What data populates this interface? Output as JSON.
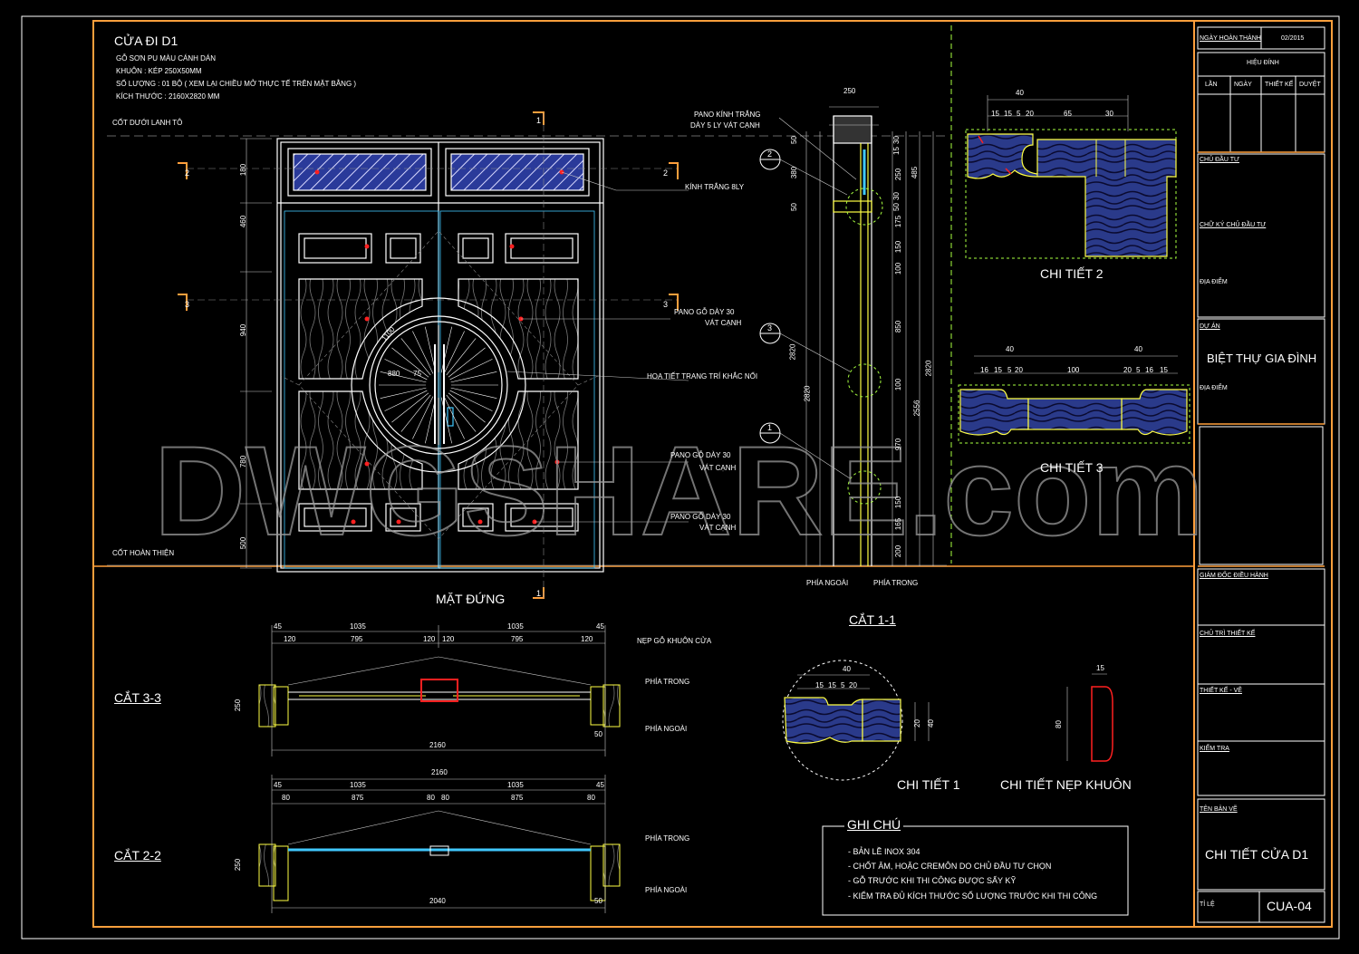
{
  "colors": {
    "background": "#000000",
    "frame": "#ff9f3c",
    "line": "#ffffff",
    "dimension": "#c8c8c8",
    "yellow": "#ffff44",
    "hatch_blue": "#2a3a9a",
    "wood_blue": "#2a3a8a",
    "red_mark": "#ff2020",
    "green_dash": "#a8ff40",
    "cyan": "#40c8ff",
    "watermark": "#9a9a9a"
  },
  "notes": {
    "title": "CỬA ĐI D1",
    "line1": "GỖ SƠN PU MÀU CÁNH DÁN",
    "line2": "KHUÔN : KÉP 250X50MM",
    "line3": "SỐ LƯỢNG : 01 BỘ ( XEM LẠI CHIỀU MỞ THỰC TẾ TRÊN MẶT BẰNG )",
    "line4": "KÍCH THƯỚC : 2160X2820 MM"
  },
  "levels": {
    "lintel": "CỐT DƯỚI LANH TÔ",
    "finish": "CỐT HOÀN THIỆN"
  },
  "elevation": {
    "caption": "MẶT ĐỨNG",
    "dims_left": [
      "180",
      "460",
      "940",
      "780",
      "500"
    ],
    "center_labels": [
      "1100",
      "880",
      "75"
    ],
    "section_marks": [
      "1",
      "2",
      "2",
      "3",
      "3",
      "1"
    ]
  },
  "callouts": {
    "glass_panel": "PANO KÍNH TRẮNG",
    "glass_panel2": "DÀY 5 LY VÁT CẠNH",
    "clear_glass": "KÍNH TRẮNG 8LY",
    "wood_panel_a": "PANO GỖ DÀY 30",
    "bevel_a": "VÁT CẠNH",
    "carving": "HOA TIẾT TRANG TRÍ KHẮC NỔI",
    "wood_panel_b": "PANO GỖ DÀY 30",
    "bevel_b": "VÁT CẠNH",
    "wood_panel_c": "PANO GỖ DÀY 30",
    "bevel_c": "VÁT CẠNH",
    "frame_trim": "NẸP GỖ KHUÔN CỬA"
  },
  "section11": {
    "caption": "CẮT 1-1",
    "top": "250",
    "left_dims": [
      "50",
      "380",
      "50",
      "2820",
      "2820"
    ],
    "right_dims": [
      "30",
      "15",
      "250",
      "30",
      "50",
      "175",
      "150",
      "100",
      "850",
      "100",
      "970",
      "150",
      "165",
      "200"
    ],
    "outer_dims": [
      "485",
      "2556",
      "2820"
    ],
    "outside": "PHÍA NGOÀI",
    "inside": "PHÍA TRONG",
    "bubbles": [
      "2",
      "3",
      "1"
    ]
  },
  "detail2": {
    "caption": "CHI TIẾT 2",
    "dims": [
      "40",
      "15",
      "15",
      "5",
      "20",
      "65",
      "30"
    ]
  },
  "detail3": {
    "caption": "CHI TIẾT 3",
    "dims_left": [
      "40",
      "16",
      "15",
      "5",
      "20"
    ],
    "mid": "100",
    "dims_right": [
      "40",
      "20",
      "5",
      "16",
      "15"
    ]
  },
  "section33": {
    "caption": "CẮT 3-3",
    "top_dims": [
      "45",
      "1035",
      "1035",
      "45"
    ],
    "sub_dims": [
      "120",
      "795",
      "120",
      "120",
      "795",
      "120"
    ],
    "height": "250",
    "bottom": "2160",
    "side_dim": "50",
    "inside": "PHÍA TRONG",
    "outside": "PHÍA NGOÀI"
  },
  "section22": {
    "caption": "CẮT 2-2",
    "top_total": "2160",
    "top_dims": [
      "45",
      "1035",
      "1035",
      "45"
    ],
    "sub_dims": [
      "80",
      "875",
      "80",
      "80",
      "875",
      "80"
    ],
    "height": "250",
    "bottom": "2040",
    "side_dim": "50",
    "inside": "PHÍA TRONG",
    "outside": "PHÍA NGOÀI"
  },
  "detail1": {
    "caption": "CHI TIẾT 1",
    "dims": [
      "40",
      "15",
      "15",
      "5",
      "20",
      "20",
      "40"
    ]
  },
  "detail_trim": {
    "caption": "CHI TIẾT NẸP KHUÔN",
    "w": "15",
    "h": "80"
  },
  "ghi_chu": {
    "title": "GHI CHÚ",
    "items": [
      "- BẢN LỀ INOX 304",
      "- CHỐT ÂM, HOẶC CREMÔN DO CHỦ ĐẦU TƯ CHỌN",
      "- GỖ TRƯỚC KHI THI CÔNG ĐƯỢC SẤY KỸ",
      "- KIỂM TRA ĐỦ KÍCH THƯỚC SỐ LƯỢNG TRƯỚC KHI THI CÔNG"
    ]
  },
  "title_block": {
    "date_label": "NGÀY HOÀN THÀNH",
    "date": "02/2015",
    "revision": "HIỆU ĐÍNH",
    "rev_cols": [
      "LẦN",
      "NGÀY",
      "THIẾT KẾ",
      "DUYỆT"
    ],
    "owner": "CHỦ ĐẦU TƯ",
    "owner_sign": "CHỮ KÝ CHỦ ĐẦU TƯ",
    "location": "ĐỊA ĐIỂM",
    "project_label": "DỰ ÁN",
    "project": "BIỆT THỰ GIA ĐÌNH",
    "project_location": "ĐỊA ĐIỂM",
    "director": "GIÁM ĐỐC ĐIỀU HÀNH",
    "lead": "CHỦ TRÌ THIẾT KẾ",
    "design": "THIẾT KẾ - VẼ",
    "check": "KIỂM TRA",
    "drawing_label": "TÊN BẢN VẼ",
    "drawing_name": "CHI TIẾT CỬA D1",
    "scale_label": "TỈ LỆ",
    "sheet_no": "CUA-04"
  },
  "watermark": "DWGSHARE.com"
}
